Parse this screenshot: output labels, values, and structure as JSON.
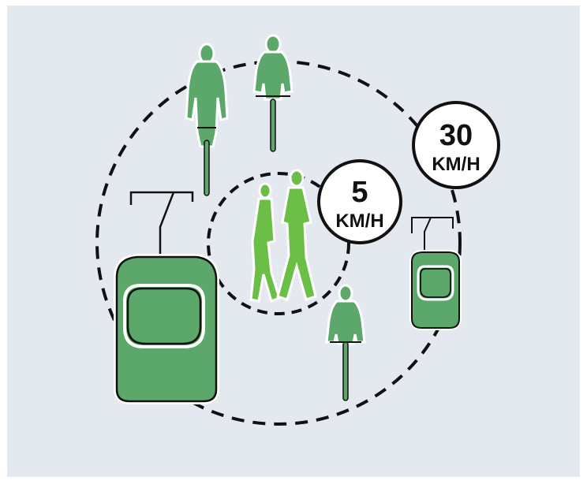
{
  "colors": {
    "background": "#e4e8ef",
    "panel_border": "#ffffff",
    "green_dark": "#5ca86a",
    "green_light": "#6cbf46",
    "outline": "#111111"
  },
  "inner_zone": {
    "speed": "5",
    "unit": "KM/H"
  },
  "outer_zone": {
    "speed": "30",
    "unit": "KM/H"
  },
  "figures": {
    "walkers_icon": "two-pedestrians-walking",
    "cyclists_icon": "cyclist-front-view",
    "tram_icon": "tram-front-view"
  }
}
